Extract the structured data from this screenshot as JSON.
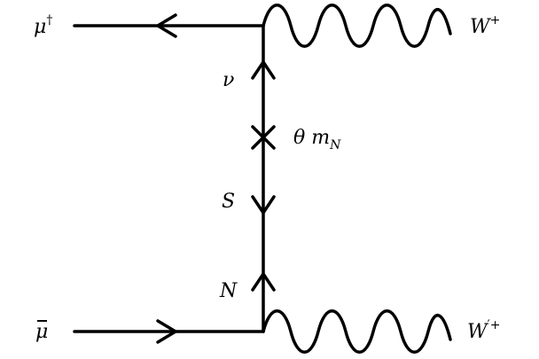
{
  "labels": {
    "mu_dagger": {
      "base": "μ",
      "sup": "†"
    },
    "w_plus": {
      "base": "W",
      "sup": "+"
    },
    "nu": {
      "base": "ν"
    },
    "theta_mn": {
      "theta": "θ",
      "m": "m",
      "sub": "N"
    },
    "s": {
      "base": "S"
    },
    "n": {
      "base": "N"
    },
    "mu_bar": {
      "base": "μ"
    },
    "w_prime_plus": {
      "base": "W",
      "sup": "′+"
    }
  }
}
